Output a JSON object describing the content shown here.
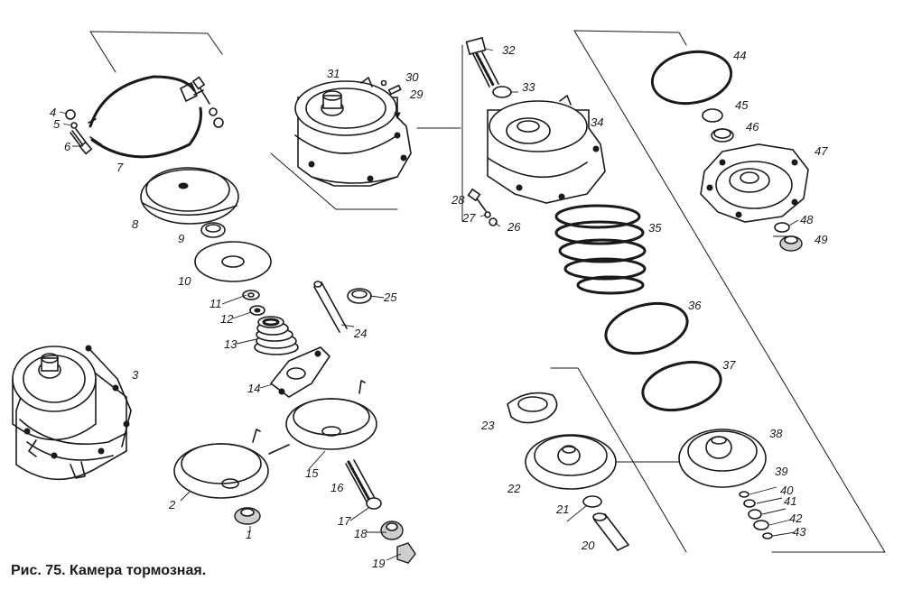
{
  "caption": "Рис. 75. Камера тормозная.",
  "ink_color": "#1a1a1a",
  "background_color": "#ffffff",
  "callouts": [
    "1",
    "2",
    "3",
    "4",
    "5",
    "6",
    "7",
    "8",
    "9",
    "10",
    "11",
    "12",
    "13",
    "14",
    "15",
    "16",
    "17",
    "18",
    "19",
    "20",
    "21",
    "22",
    "23",
    "24",
    "25",
    "26",
    "27",
    "28",
    "29",
    "30",
    "31",
    "32",
    "33",
    "34",
    "35",
    "36",
    "37",
    "38",
    "39",
    "40",
    "41",
    "42",
    "43",
    "44",
    "45",
    "46",
    "47",
    "48",
    "49"
  ]
}
